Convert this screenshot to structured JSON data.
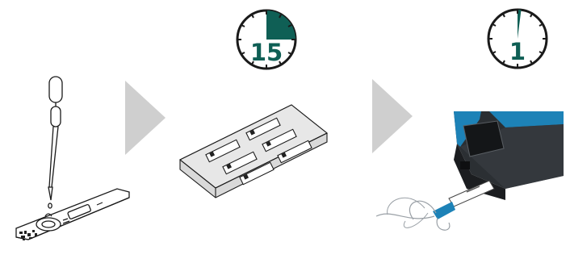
{
  "steps": [
    {
      "illustration": "dropper-applying-sample-to-test-cassette"
    },
    {
      "illustration": "tray-of-test-cassettes",
      "timer": {
        "value": "15",
        "elapsed_fraction": 0.25
      }
    },
    {
      "illustration": "cassette-inserted-into-reader",
      "timer": {
        "value": "1",
        "elapsed_fraction": 0.02
      }
    }
  ],
  "colors": {
    "arrow": "#cfcfcf",
    "timer_accent": "#0f5f55",
    "reader_accent": "#1d82b7",
    "line": "#1a1a1a"
  }
}
